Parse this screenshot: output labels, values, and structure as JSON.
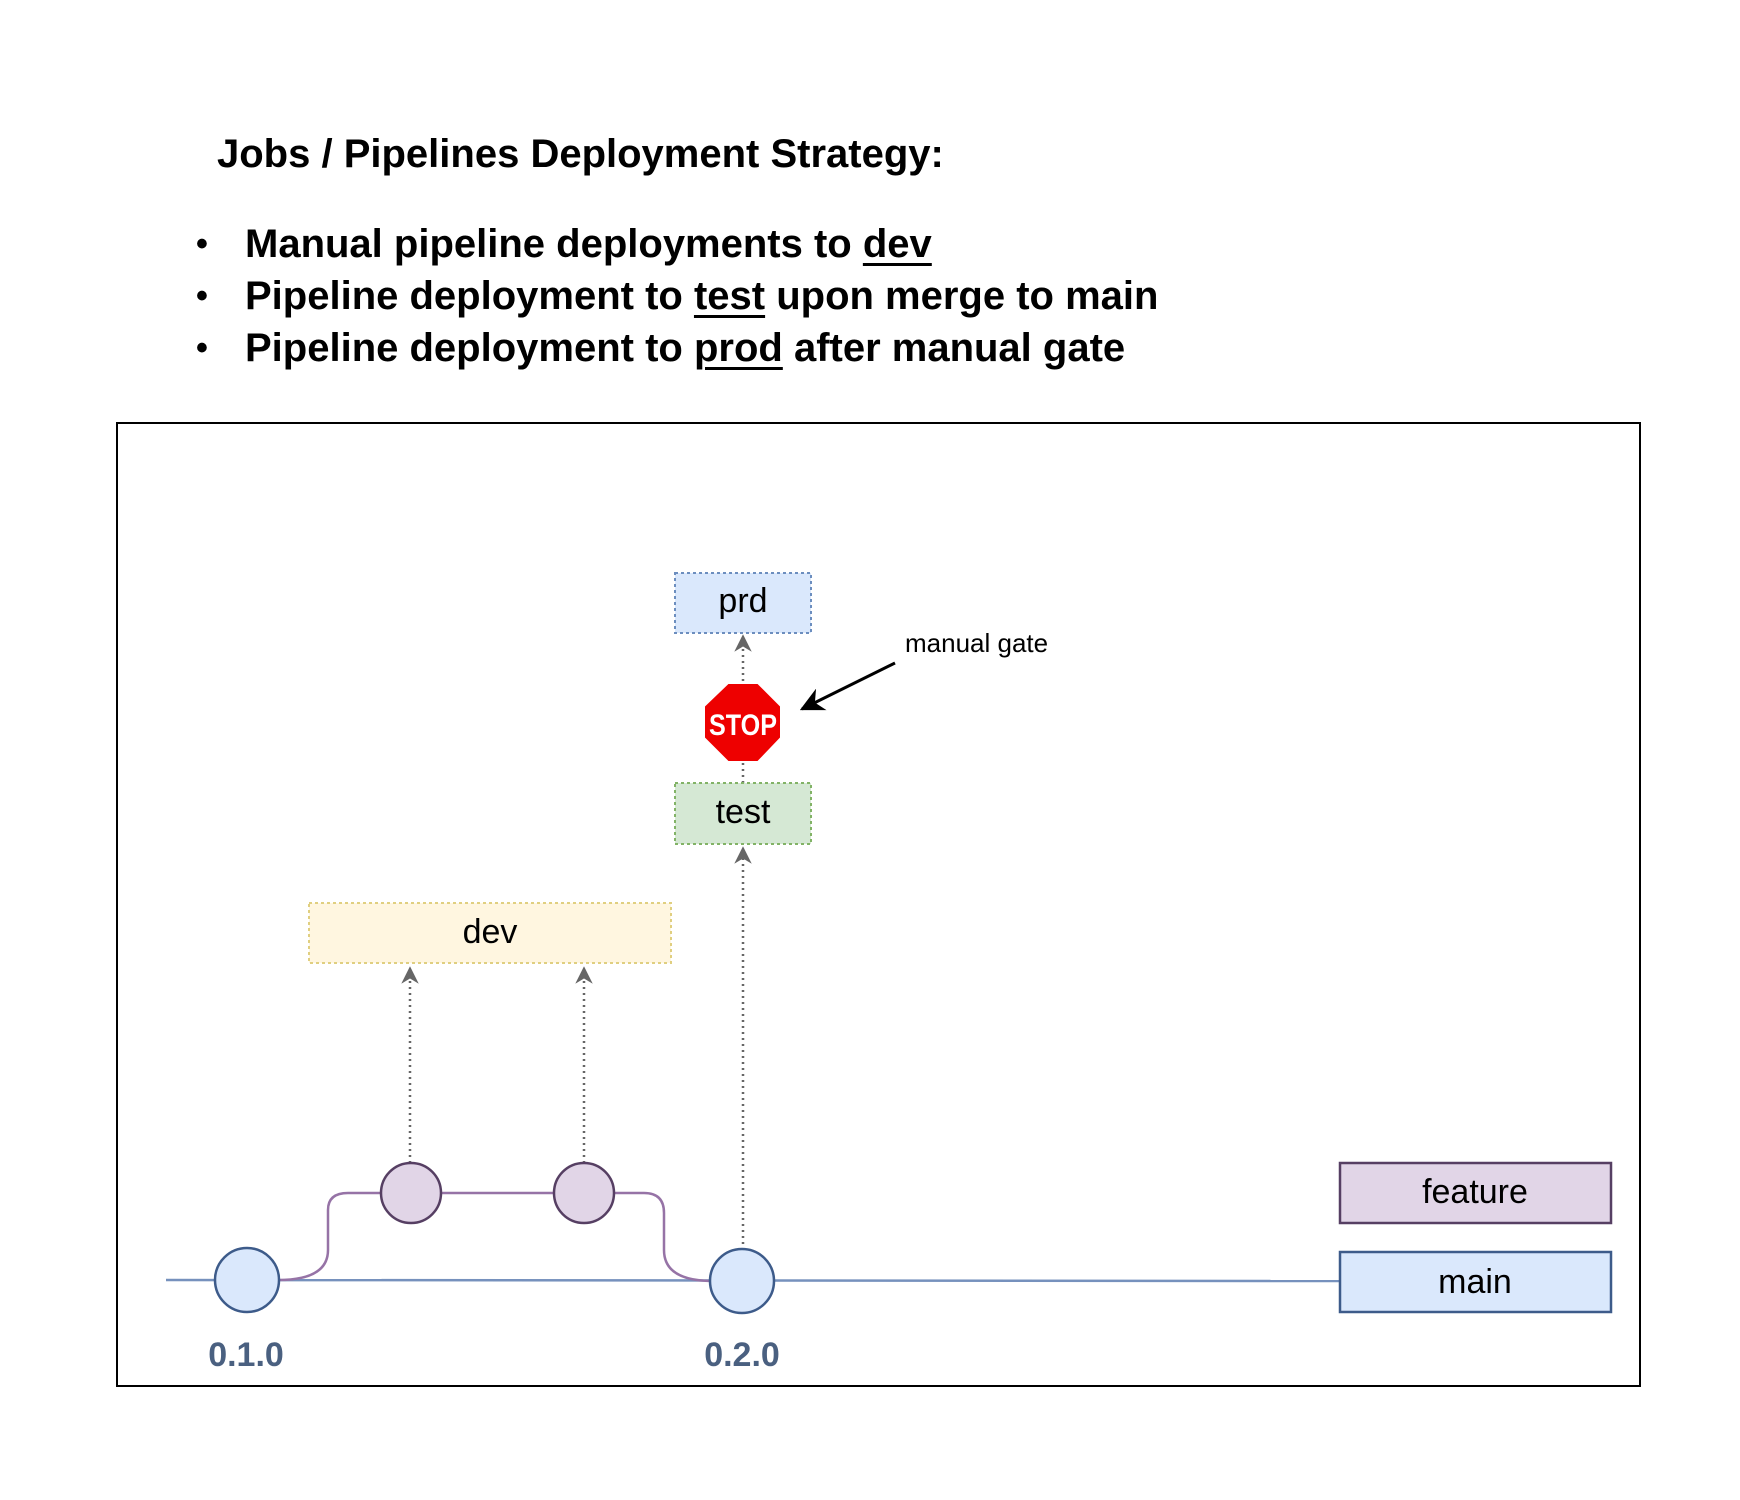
{
  "header": {
    "title": "Jobs / Pipelines Deployment Strategy:"
  },
  "strategy": {
    "bullet_glyph": "•",
    "items": [
      {
        "before": "Manual pipeline deployments to ",
        "env": "dev",
        "after": ""
      },
      {
        "before": "Pipeline deployment to ",
        "env": "test",
        "after": " upon merge to main"
      },
      {
        "before": "Pipeline deployment to ",
        "env": "prod",
        "after": " after manual gate"
      }
    ]
  },
  "diagram": {
    "environments": {
      "dev": "dev",
      "test": "test",
      "prd": "prd"
    },
    "branches": {
      "feature": "feature",
      "main": "main"
    },
    "versions": {
      "first": "0.1.0",
      "second": "0.2.0"
    },
    "gate": {
      "sign_text": "STOP",
      "annotation": "manual gate"
    },
    "colors": {
      "main_line": "#7691bd",
      "main_node_fill": "#dae8fc",
      "main_node_stroke": "#3d5b8a",
      "feature_line": "#9673a6",
      "feature_node_fill": "#e1d5e7",
      "feature_node_stroke": "#563f63",
      "dev_fill": "#fff6e0",
      "dev_stroke": "#e0cf80",
      "test_fill": "#d5e8d4",
      "test_stroke": "#82b366",
      "prd_fill": "#dae8fc",
      "prd_stroke": "#6c8ebf",
      "stop_red": "#ee0000",
      "version_text": "#4a6080",
      "arrow_gray": "#666666"
    }
  }
}
